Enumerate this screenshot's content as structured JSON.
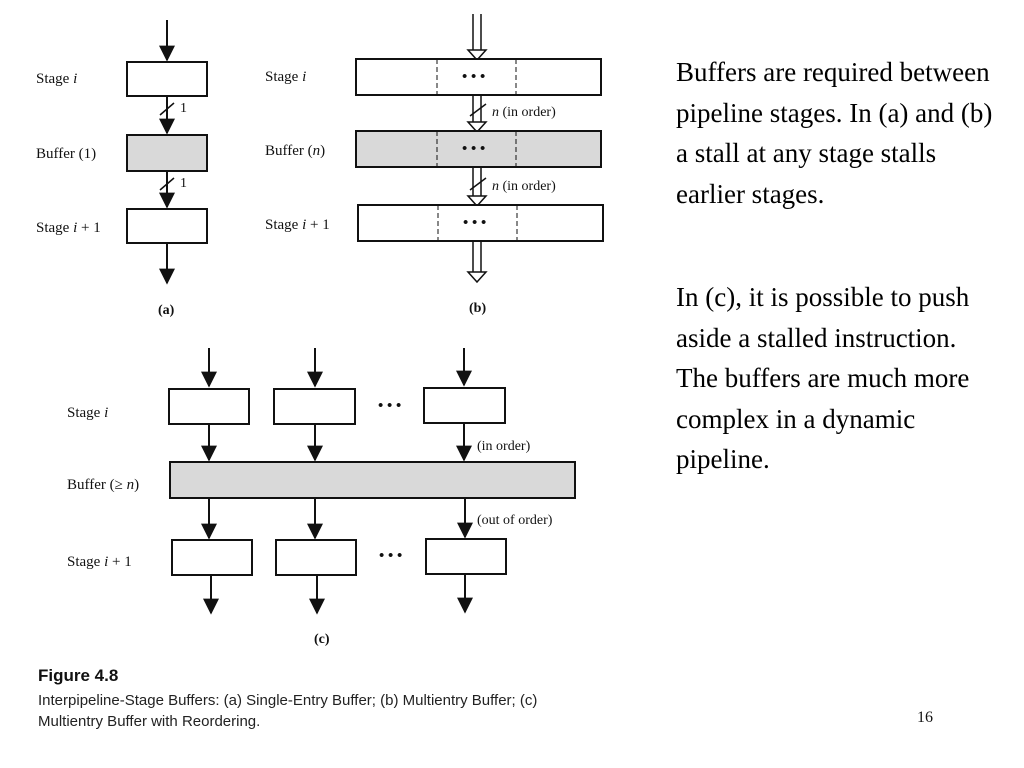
{
  "figure": {
    "panel_a": {
      "stage_i_prefix": "Stage ",
      "stage_i_var": "i",
      "buffer_label": "Buffer (1)",
      "stage_next_prefix": "Stage ",
      "stage_next_var": "i",
      "stage_next_suffix": " + 1",
      "width_top": "1",
      "width_bottom": "1",
      "caption": "(a)"
    },
    "panel_b": {
      "stage_i_prefix": "Stage ",
      "stage_i_var": "i",
      "buffer_prefix": "Buffer (",
      "buffer_var": "n",
      "buffer_suffix": ")",
      "stage_next_prefix": "Stage ",
      "stage_next_var": "i",
      "stage_next_suffix": " + 1",
      "ellipsis": "• • •",
      "ann_var": "n",
      "ann_text": " (in order)",
      "caption": "(b)"
    },
    "panel_c": {
      "stage_i_prefix": "Stage ",
      "stage_i_var": "i",
      "buffer_prefix": "Buffer (≥ ",
      "buffer_var": "n",
      "buffer_suffix": ")",
      "stage_next_prefix": "Stage ",
      "stage_next_var": "i",
      "stage_next_suffix": " + 1",
      "ellipsis": "• • •",
      "in_order": "(in order)",
      "out_of_order": "(out of order)",
      "caption": "(c)"
    },
    "caption_title": "Figure 4.8",
    "caption_text": "Interpipeline-Stage Buffers: (a) Single-Entry Buffer; (b) Multientry Buffer; (c) Multientry Buffer with Reordering."
  },
  "side_text": {
    "paragraph_1": "Buffers are required between pipeline stages. In (a) and (b) a stall at any stage stalls earlier stages.",
    "paragraph_2": "In (c), it is possible to push aside a stalled instruction. The buffers are much more complex in a dynamic pipeline."
  },
  "slide_number": "16",
  "colors": {
    "buffer_fill": "#d9d9d9",
    "line": "#111111"
  }
}
